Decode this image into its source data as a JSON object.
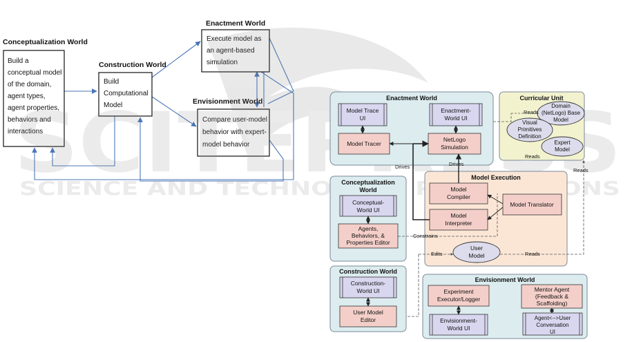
{
  "watermark": {
    "big": "SCITEPRESS",
    "small": "SCIENCE AND TECHNOLOGY PUBLICATIONS"
  },
  "left": {
    "conceptualization": {
      "title": "Conceptualization World",
      "lines": [
        "Build a",
        "conceptual model",
        "of the domain,",
        "agent types,",
        "agent properties,",
        "behaviors and",
        "interactions"
      ]
    },
    "construction": {
      "title": "Construction World",
      "lines": [
        "Build",
        "Computational",
        "Model"
      ]
    },
    "enactment": {
      "title": "Enactment World",
      "lines": [
        "Execute model as",
        "an agent-based",
        "simulation"
      ]
    },
    "envisionment": {
      "title": "Envisionment World",
      "lines": [
        "Compare user-model",
        "behavior with expert-",
        "model behavior"
      ]
    }
  },
  "right": {
    "enactment": {
      "title": "Enactment World",
      "model_trace_ui": [
        "Model Trace",
        "UI"
      ],
      "enactment_ui": [
        "Enactment-",
        "World UI"
      ],
      "model_tracer": "Model Tracer",
      "netlogo": [
        "NetLogo",
        "Simulation"
      ]
    },
    "curricular": {
      "title": "Curricular Unit",
      "domain_model": [
        "Domain",
        "(NetLogo) Base",
        "Model"
      ],
      "visual_primitives": [
        "Visual",
        "Primitives",
        "Definition"
      ],
      "expert_model": [
        "Expert",
        "Model"
      ]
    },
    "conceptualization": {
      "title": [
        "Conceptualization",
        "World"
      ],
      "ui": [
        "Conceptual-",
        "World UI"
      ],
      "editor": [
        "Agents,",
        "Behaviors, &",
        "Properties Editor"
      ]
    },
    "execution": {
      "title": "Model Execution",
      "compiler": [
        "Model",
        "Compiler"
      ],
      "interpreter": [
        "Model",
        "Interpreter"
      ],
      "translator": "Model Translator",
      "user_model": [
        "User",
        "Model"
      ]
    },
    "construction": {
      "title": "Construction World",
      "ui": [
        "Construction-",
        "World UI"
      ],
      "editor": [
        "User Model",
        "Editor"
      ]
    },
    "envisionment": {
      "title": "Envisionment World",
      "executor": [
        "Experiment",
        "Executor/Logger"
      ],
      "mentor": [
        "Mentor Agent",
        "(Feedback &",
        "Scaffolding)"
      ],
      "ui": [
        "Envisionment-",
        "World UI"
      ],
      "conversation": [
        "Agent<-->User",
        "Conversation",
        "UI"
      ]
    },
    "labels": {
      "reads_top": "Reads",
      "reads_visual": "Reads",
      "reads_right": "Reads",
      "reads_user": "Reads",
      "drives_left": "Drives",
      "drives_right": "Drives",
      "constrains": "Constrains",
      "edits": "Edits"
    }
  }
}
